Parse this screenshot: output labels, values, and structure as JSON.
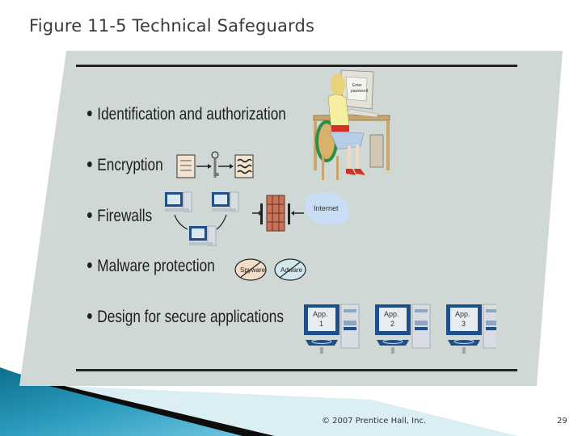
{
  "slide": {
    "title": "Figure 11-5 Technical Safeguards",
    "bullets": [
      {
        "label": "Identification and authorization"
      },
      {
        "label": "Encryption"
      },
      {
        "label": "Firewalls"
      },
      {
        "label": "Malware protection"
      },
      {
        "label": "Design for secure applications"
      }
    ],
    "illustrations": {
      "login_screen_text": [
        "Enter",
        "password"
      ],
      "internet_cloud_label": "Internet",
      "malware_badges": [
        "Spyware",
        "Adware"
      ],
      "apps": [
        {
          "line1": "App.",
          "line2": "1"
        },
        {
          "line1": "App.",
          "line2": "2"
        },
        {
          "line1": "App.",
          "line2": "3"
        }
      ]
    },
    "colors": {
      "panel_bg": "#d0d8d5",
      "accent_teal": "#1f7f9c",
      "monitor_blue": "#1f4f8a",
      "firewall_brick": "#c5745a"
    }
  },
  "footer": {
    "copyright": "© 2007 Prentice Hall, Inc.",
    "page_number": "29"
  }
}
